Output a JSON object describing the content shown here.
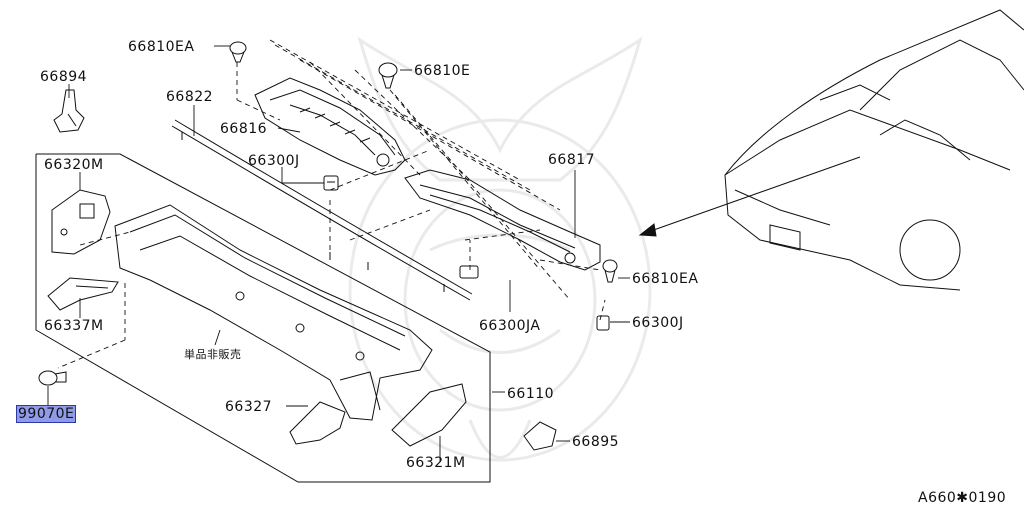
{
  "diagram": {
    "ref_code": "A660✱0190",
    "highlight_color": "#8f9be8",
    "parts": {
      "p66810EA_top": "66810EA",
      "p66894": "66894",
      "p66822": "66822",
      "p66816": "66816",
      "p66810E": "66810E",
      "p66300J_top": "66300J",
      "p66817": "66817",
      "p66320M": "66320M",
      "p66337M": "66337M",
      "p66810EA_right": "66810EA",
      "p66300JA": "66300JA",
      "p66300J_right": "66300J",
      "not_sold_separately": "単品非販売",
      "p66110": "66110",
      "p99070E": "99070E",
      "p66327": "66327",
      "p66895": "66895",
      "p66321M": "66321M"
    }
  }
}
